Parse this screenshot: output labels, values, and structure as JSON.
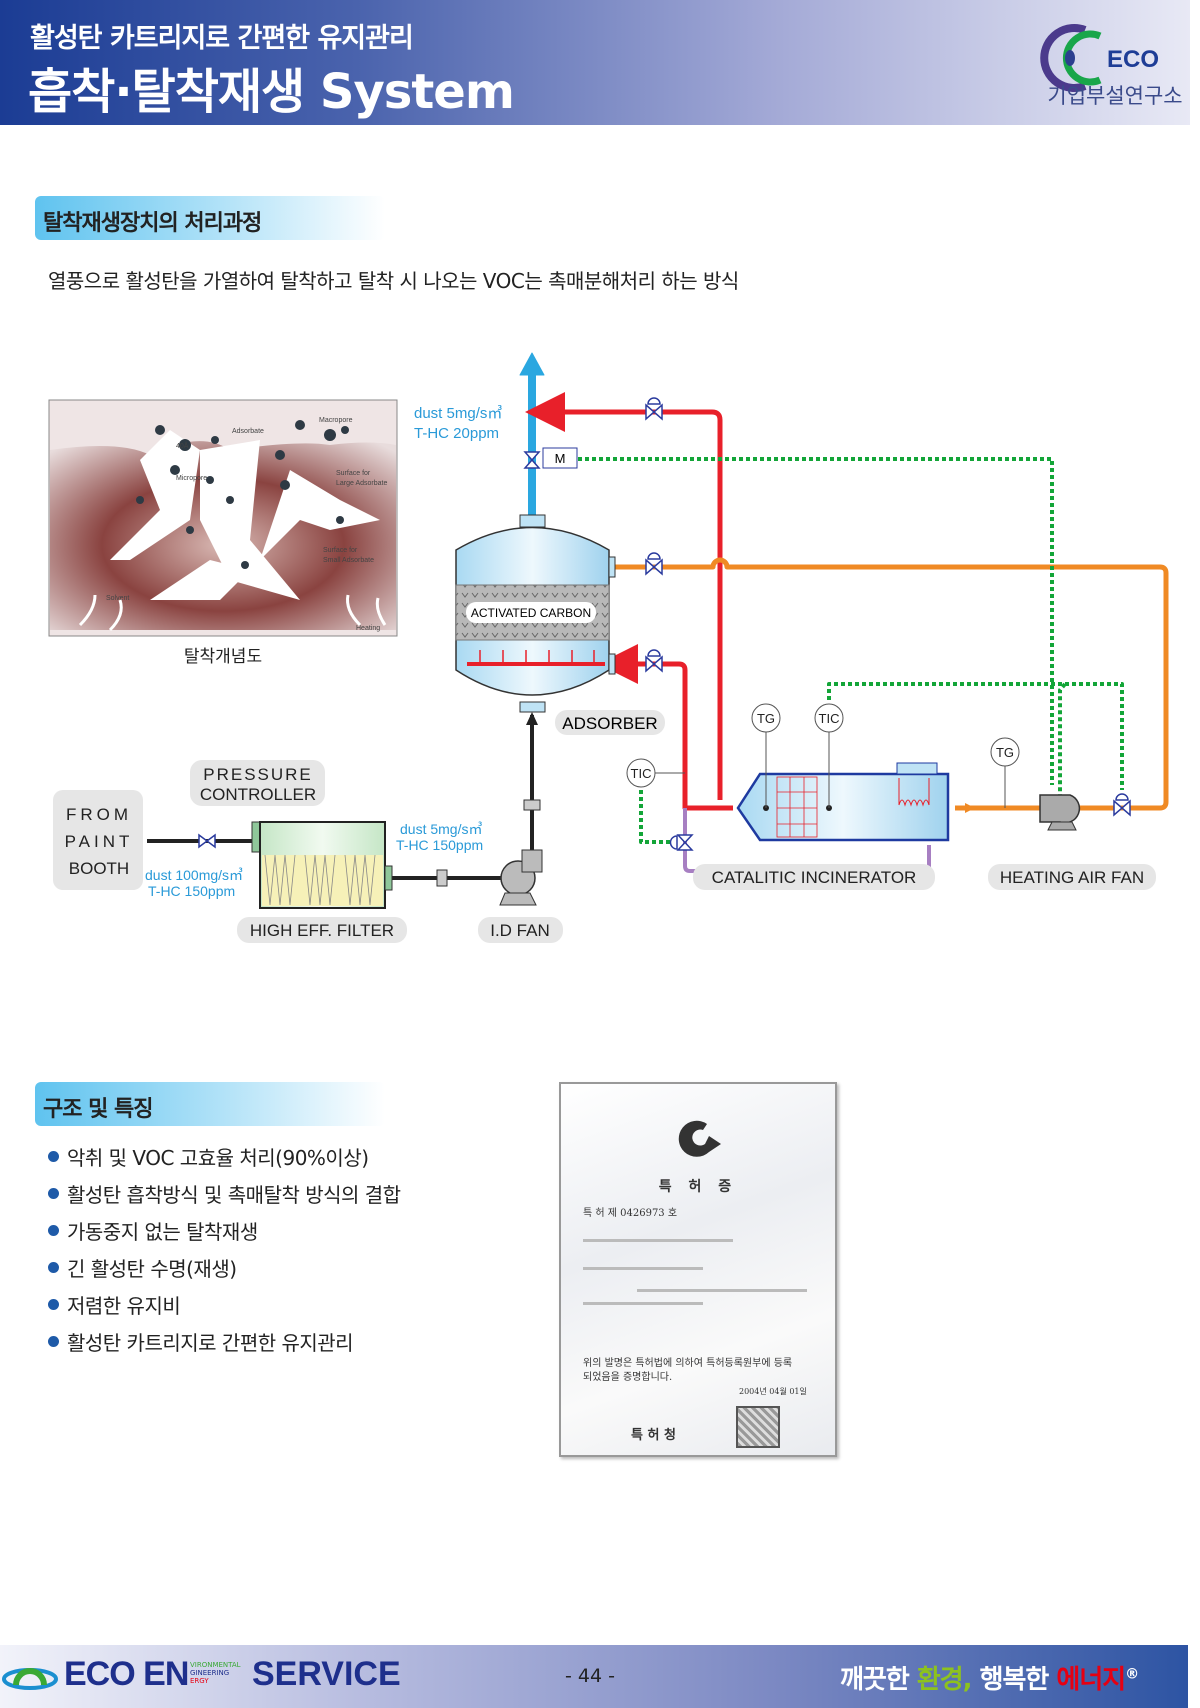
{
  "header": {
    "subtitle": "활성탄 카트리지로 간편한 유지관리",
    "title": "흡착·탈착재생 System",
    "logo_text": "ECO",
    "logo_caption": "기업부설연구소"
  },
  "section1": {
    "title": "탈착재생장치의 처리과정",
    "description": "열풍으로 활성탄을 가열하여 탈착하고 탈착 시 나오는 VOC는 촉매분해처리 하는 방식"
  },
  "pore_figure": {
    "caption": "탈착개념도",
    "labels": {
      "macropore": "Macropore",
      "adsorbate": "Adsorbate",
      "size": "40Å",
      "micropore": "Micropore",
      "large": "Surface for",
      "large2": "Large Adsorbate",
      "small": "Surface for",
      "small2": "Small Adsorbate",
      "solvent": "Solvent",
      "heating": "Heating"
    }
  },
  "diagram": {
    "outlet_dust": "dust 5mg/s㎥",
    "outlet_thc": "T-HC 20ppm",
    "motor": "M",
    "activated_carbon": "ACTIVATED CARBON",
    "adsorber": "ADSORBER",
    "tg": "TG",
    "tic": "TIC",
    "catalytic_incinerator": "CATALITIC INCINERATOR",
    "heating_air_fan": "HEATING AIR FAN",
    "pressure_controller_1": "PRESSURE",
    "pressure_controller_2": "CONTROLLER",
    "from": "FROM",
    "paint": "PAINT",
    "booth": "BOOTH",
    "inlet_dust": "dust 100mg/s㎥",
    "inlet_thc": "T-HC 150ppm",
    "filter_dust": "dust 5mg/s㎥",
    "filter_thc": "T-HC 150ppm",
    "high_eff_filter": "HIGH EFF. FILTER",
    "id_fan": "I.D FAN"
  },
  "section2": {
    "title": "구조 및 특징",
    "features": [
      "악취 및 VOC 고효율 처리(90%이상)",
      "활성탄 흡착방식 및 촉매탈착 방식의 결합",
      "가동중지 없는 탈착재생",
      "긴 활성탄 수명(재생)",
      "저렴한 유지비",
      "활성탄 카트리지로 간편한 유지관리"
    ]
  },
  "certificate": {
    "title": "특 허 증",
    "number": "특   허   제 0426973 호",
    "body1": "위의 발명은 특허법에 의하여 특허등록원부에 등록",
    "body2": "되었음을 증명합니다.",
    "date": "2004년 04월 01일",
    "issuer": "특   허   청"
  },
  "footer": {
    "brand_eco": "ECO",
    "brand_en": "EN",
    "brand_small1": "VIRONMENTAL",
    "brand_small2": "GINEERING",
    "brand_small3": "ERGY",
    "brand_service": "SERVICE",
    "page": "- 44 -",
    "slogan_1": "깨끗한 ",
    "slogan_2": "환경,",
    "slogan_3": " 행복한 ",
    "slogan_4": "에너지",
    "slogan_reg": "®"
  },
  "colors": {
    "header_blue": "#1b3c94",
    "section_cyan": "#5fc3ef",
    "pipe_red": "#e8202a",
    "pipe_orange": "#f08a24",
    "pipe_blue": "#2aa7e0",
    "signal_green": "#13a538",
    "footer_red": "#e60012",
    "footer_green": "#8dc21f"
  }
}
